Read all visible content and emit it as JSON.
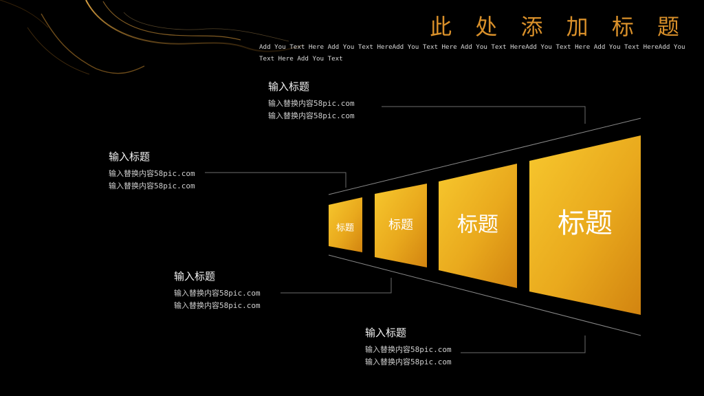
{
  "title": "此 处 添 加 标 题",
  "subtitle": "Add You Text Here Add You Text HereAdd You Text Here Add You Text HereAdd You Text Here Add You Text HereAdd You Text Here Add You Text",
  "blocks": [
    {
      "heading": "输入标题",
      "line1": "输入替换内容58pic.com",
      "line2": "输入替换内容58pic.com"
    },
    {
      "heading": "输入标题",
      "line1": "输入替换内容58pic.com",
      "line2": "输入替换内容58pic.com"
    },
    {
      "heading": "输入标题",
      "line1": "输入替换内容58pic.com",
      "line2": "输入替换内容58pic.com"
    },
    {
      "heading": "输入标题",
      "line1": "输入替换内容58pic.com",
      "line2": "输入替换内容58pic.com"
    }
  ],
  "panels": [
    {
      "label": "标题"
    },
    {
      "label": "标题"
    },
    {
      "label": "标题"
    },
    {
      "label": "标题"
    }
  ],
  "colors": {
    "accent": "#d9902a",
    "panel_light": "#f5c12a",
    "panel_dark": "#d88f10",
    "background": "#000000"
  }
}
